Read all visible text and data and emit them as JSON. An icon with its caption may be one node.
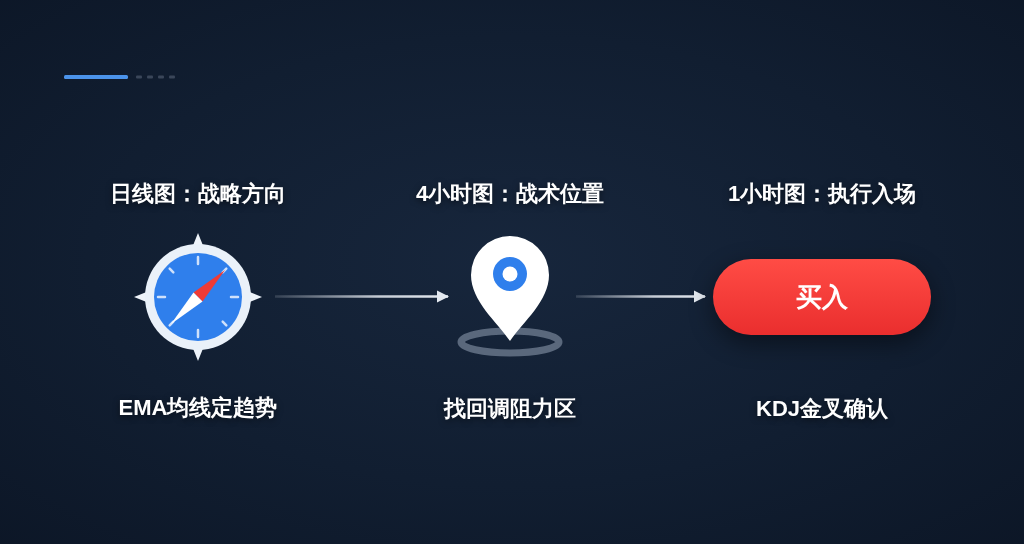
{
  "diagram": {
    "nodes": [
      {
        "text": [],
        "shape": "picture",
        "beside": [
          "日线图：战略方向",
          "EMA均线定趋势"
        ]
      },
      {
        "text": [],
        "shape": "picture",
        "beside": [
          "4小时图：战术位置",
          "找回调阻力区"
        ]
      },
      {
        "text": [
          "买入"
        ],
        "beside": [
          "1小时图：执行入场",
          "KDJ金叉确认"
        ]
      }
    ],
    "edges": [
      {
        "from": 0,
        "to": 1,
        "arrow": "to"
      },
      {
        "from": 1,
        "to": 2,
        "arrow": "to"
      }
    ]
  }
}
